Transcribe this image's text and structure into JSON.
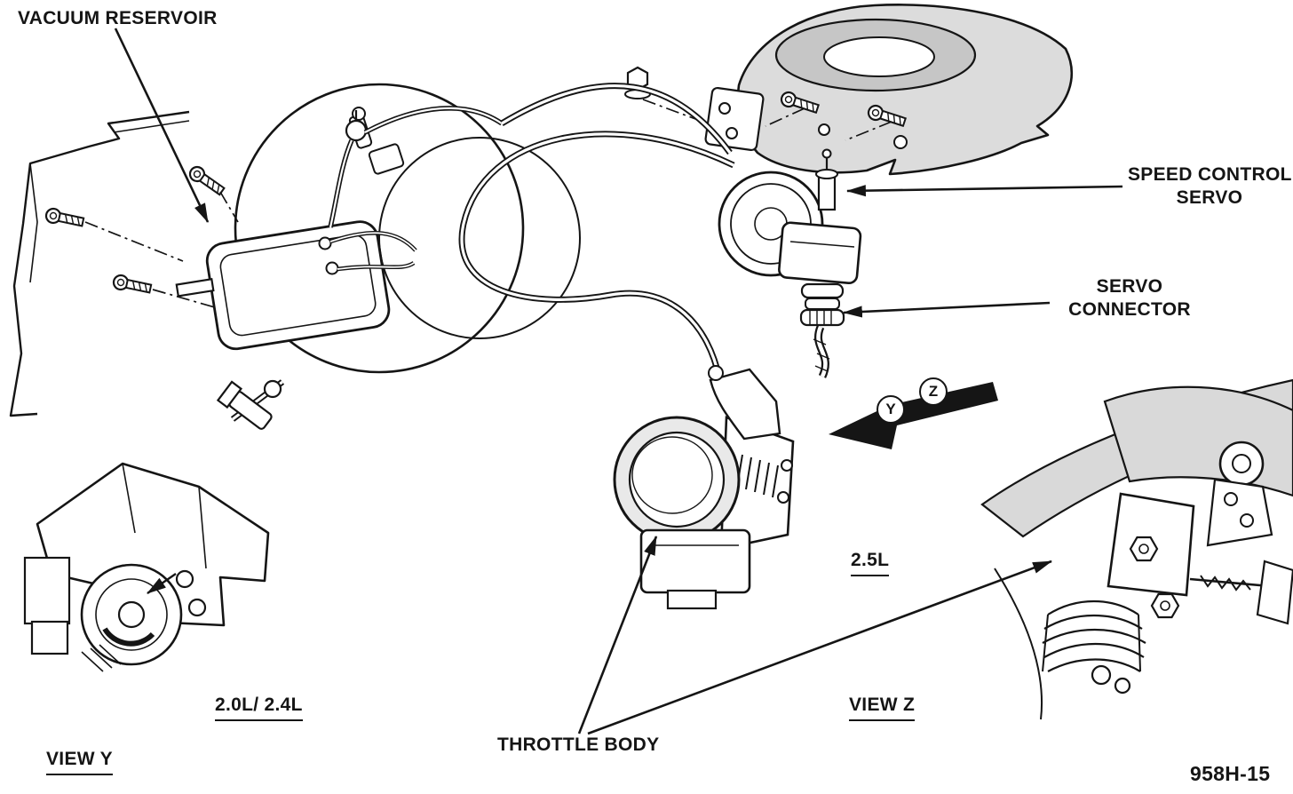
{
  "figure": {
    "id": "958H-15",
    "labels": {
      "vacuum_reservoir": "VACUUM RESERVOIR",
      "speed_control_servo_line1": "SPEED CONTROL",
      "speed_control_servo_line2": "SERVO",
      "servo_connector_line1": "SERVO",
      "servo_connector_line2": "CONNECTOR",
      "engine_25": "2.5L",
      "engine_20_24": "2.0L/ 2.4L",
      "view_y": "VIEW Y",
      "view_z": "VIEW Z",
      "throttle_body": "THROTTLE BODY",
      "callout_y": "Y",
      "callout_z": "Z"
    },
    "colors": {
      "ink": "#151515",
      "paper": "#ffffff",
      "shade": "#d9d9d9"
    }
  }
}
